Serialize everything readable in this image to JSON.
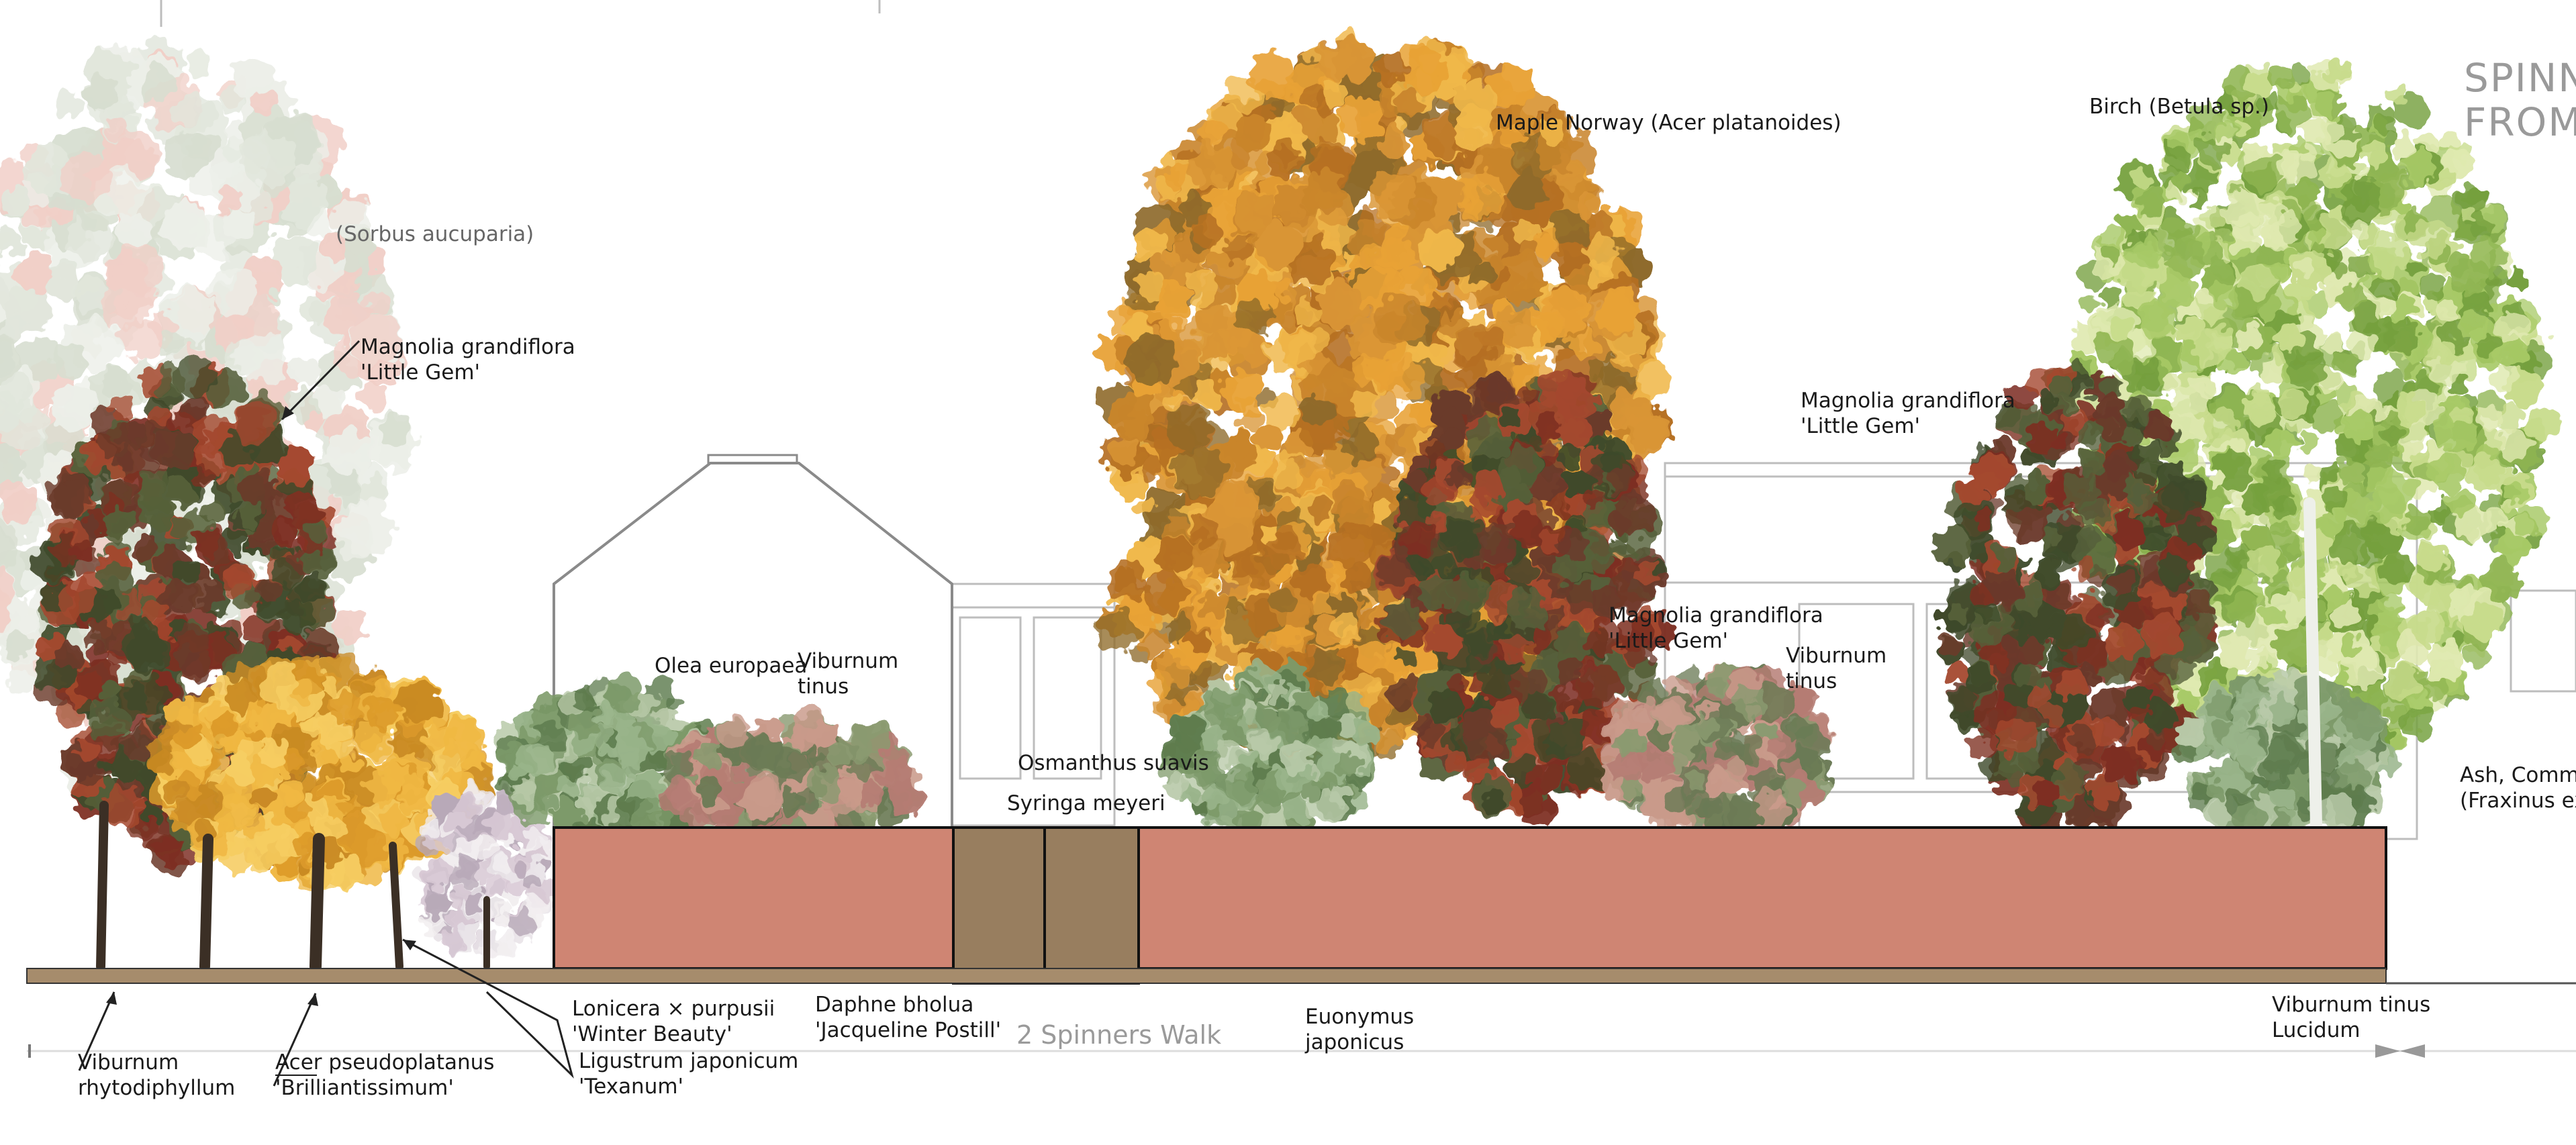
{
  "title_lines": [
    "SPINN",
    "FROM"
  ],
  "address": "2 Spinners Walk",
  "labels": {
    "sorbus": "(Sorbus aucuparia)",
    "magnolia_left": "Magnolia grandiflora\n'Little Gem'",
    "maple": "Maple Norway (Acer platanoides)",
    "birch": "Birch (Betula sp.)",
    "magnolia_upper_right": "Magnolia grandiflora\n'Little Gem'",
    "magnolia_mid": "Magnolia grandiflora\n'Little Gem'",
    "viburnum_tinus_mid": "Viburnum\ntinus",
    "olea": "Olea europaea",
    "viburnum_tinus_left": "Viburnum\ntinus",
    "osmanthus": "Osmanthus suavis",
    "syringa": "Syringa meyeri",
    "ash": "Ash, Commo\n(Fraxinus exc",
    "viburnum_rhyto": "Viburnum\nrhytodiphyllum",
    "acer": "Acer pseudoplatanus\n'Brilliantissimum'",
    "lonicera": "Lonicera × purpusii\n'Winter Beauty'",
    "ligustrum": "Ligustrum japonicum\n'Texanum'",
    "daphne": "Daphne bholua\n'Jacqueline Postill'",
    "euonymus": "Euonymus\njaponicus",
    "viburnum_lucidum": "Viburnum tinus\nLucidum"
  },
  "colors": {
    "wall": "#cf8573",
    "gate": "#987e5f",
    "ground": "#a68c6c",
    "maple": [
      "#e8a236",
      "#c9852c",
      "#f0b84a",
      "#b56f22",
      "#d99535",
      "#8e6a2a"
    ],
    "birch": [
      "#a7c966",
      "#c8dc8c",
      "#8fb552",
      "#dfe9b0",
      "#75a03e"
    ],
    "magnolia": [
      "#6b3a2a",
      "#a4482e",
      "#3f4a2a",
      "#7d2f22",
      "#56603a"
    ],
    "sorbus": [
      "#c9d2bf",
      "#b7c3aa",
      "#dde2d6",
      "#e5a89a"
    ],
    "acer_palmatum": [
      "#f0b843",
      "#dc9a2a",
      "#f6cd62",
      "#c98a24"
    ],
    "shrub_green": [
      "#7d9a6a",
      "#99b48a",
      "#5e7c4e",
      "#b8c9a8"
    ],
    "shrub_pink": [
      "#b57c73",
      "#8a9a70",
      "#c99a8a",
      "#6b7a55"
    ],
    "blossom": [
      "#e9e4e8",
      "#d7c8d4",
      "#f2eef0",
      "#b8a9b8"
    ]
  }
}
